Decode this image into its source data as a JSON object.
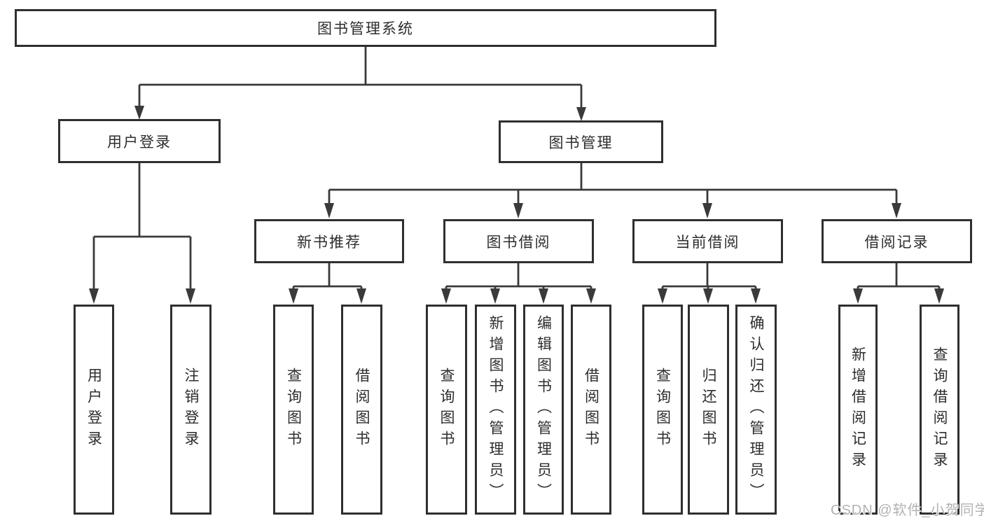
{
  "diagram": {
    "root": {
      "label": "图书管理系统"
    },
    "branches": [
      {
        "label": "用户登录",
        "children": [
          "用户登录",
          "注销登录"
        ]
      },
      {
        "label": "图书管理",
        "children": [
          {
            "label": "新书推荐",
            "children": [
              "查询图书",
              "借阅图书"
            ]
          },
          {
            "label": "图书借阅",
            "children": [
              "查询图书",
              "新增图书（管理员）",
              "编辑图书（管理员）",
              "借阅图书"
            ]
          },
          {
            "label": "当前借阅",
            "children": [
              "查询图书",
              "归还图书",
              "确认归还（管理员）"
            ]
          },
          {
            "label": "借阅记录",
            "children": [
              "新增借阅记录",
              "查询借阅记录"
            ]
          }
        ]
      }
    ]
  },
  "watermark": {
    "text": "CSDN @软件_小贺同学",
    "color": "#b2b2b2"
  },
  "colors": {
    "line": "#3a3a3a",
    "box_border": "#2f2f2f",
    "text": "#2d2d2d",
    "background": "#ffffff"
  }
}
